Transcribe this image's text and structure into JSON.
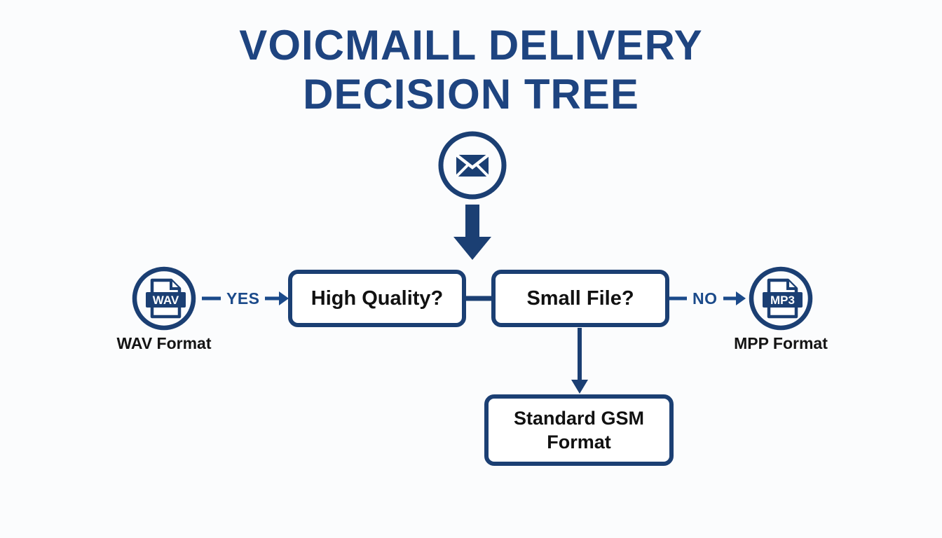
{
  "page": {
    "background_color": "#fbfcfd",
    "accent_navy": "#1b3f73",
    "title_blue": "#1e4480",
    "edge_label_blue": "#1b4a8a",
    "text_black": "#111111"
  },
  "title": {
    "line1": "VOICMAILL DELIVERY",
    "line2": "DECISION TREE"
  },
  "start_node": {
    "icon": "envelope-icon",
    "shape": "circle"
  },
  "flow_arrow": {
    "icon": "thick-down-arrow-icon",
    "direction": "down"
  },
  "decisions": [
    {
      "id": "high-quality",
      "label": "High Quality?"
    },
    {
      "id": "small-file",
      "label": "Small File?"
    }
  ],
  "outcome": {
    "id": "standard-gsm",
    "line1": "Standard GSM",
    "line2": "Format"
  },
  "formats": [
    {
      "id": "wav",
      "badge_text": "WAV",
      "label": "WAV Format",
      "icon": "wav-file-icon"
    },
    {
      "id": "mp3",
      "badge_text": "MP3",
      "label": "MPP Format",
      "icon": "mp3-file-icon"
    }
  ],
  "edge_labels": {
    "yes": "YES",
    "no": "NO"
  }
}
